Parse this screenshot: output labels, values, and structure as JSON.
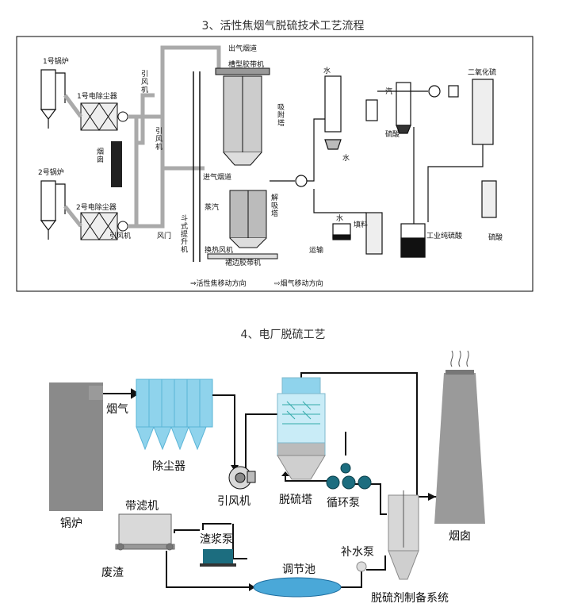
{
  "captions": {
    "top": "3、活性焦烟气脱硫技术工艺流程",
    "bottom": "4、电厂脱硫工艺"
  },
  "diagram1": {
    "labels": {
      "boiler1": "1号锅炉",
      "precip1": "1号电除尘器",
      "fan1": "引\n风\n机",
      "chimney": "烟\n囱",
      "fan2": "引\n风\n机",
      "boiler2": "2号锅炉",
      "precip2": "2号电除尘器",
      "fan3": "引风机",
      "damper": "风门",
      "outlet_duct": "出气烟道",
      "belt_top": "槽型胶带机",
      "absorber": "吸\n附\n塔",
      "inlet_duct": "进气烟道",
      "steam": "蒸汽",
      "desorber": "解\n吸\n塔",
      "elevator": "斗\n式\n提\n升\n机",
      "heat_fan": "换热风机",
      "belt_bottom": "裙边胶带机",
      "legend_coke": "⇒活性焦移动方向",
      "legend_gas": "⇨烟气移动方向",
      "water1": "水",
      "steam2": "汽",
      "water2": "水",
      "sulfuric": "硫酸",
      "so2": "二氧化硫",
      "water3": "水",
      "packing": "填料",
      "transport": "运输",
      "industrial_acid": "工业纯硫酸",
      "acid_out": "硫酸"
    }
  },
  "diagram2": {
    "labels": {
      "flue_gas": "烟气",
      "dust": "除尘器",
      "fan": "引风机",
      "tower": "脱硫塔",
      "pump": "循环泵",
      "chimney": "烟囱",
      "boiler": "锅炉",
      "filter": "带滤机",
      "slurry_pump": "渣浆泵",
      "waste": "废渣",
      "pool": "调节池",
      "makeup_pump": "补水泵",
      "prep": "脱硫剂制备系统"
    }
  }
}
